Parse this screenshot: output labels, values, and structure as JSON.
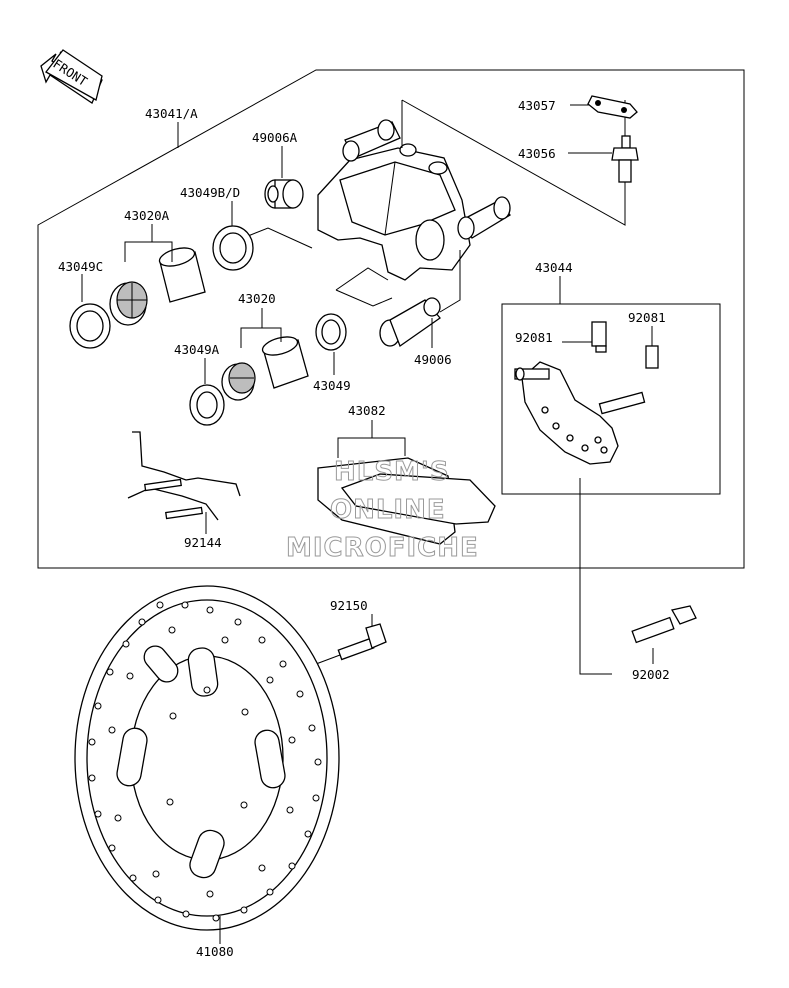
{
  "diagram": {
    "front_marker": "FRONT",
    "labels": {
      "p43041": "43041/A",
      "p49006A": "49006A",
      "p43049BD": "43049B/D",
      "p43020A": "43020A",
      "p43049C": "43049C",
      "p43020": "43020",
      "p43049A": "43049A",
      "p43049": "43049",
      "p49006": "49006",
      "p43082": "43082",
      "p92144": "92144",
      "p43057": "43057",
      "p43056": "43056",
      "p43044": "43044",
      "p92081a": "92081",
      "p92081b": "92081",
      "p92150": "92150",
      "p92002": "92002",
      "p41080": "41080"
    },
    "watermark": {
      "line1": "HLSM'S",
      "line2": "ONLINE",
      "line3": "MICROFICHE"
    },
    "colors": {
      "line": "#000000",
      "shade": "#bdbdbd",
      "watermark": "#9a9a9a"
    }
  }
}
